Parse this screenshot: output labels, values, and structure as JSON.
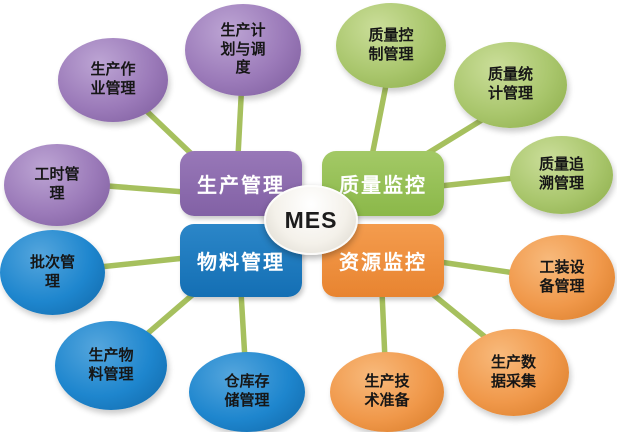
{
  "diagram": {
    "center": {
      "label": "MES"
    },
    "modules": [
      {
        "label": "生产管理",
        "color": "#8a68ab"
      },
      {
        "label": "质量监控",
        "color": "#97c057"
      },
      {
        "label": "物料管理",
        "color": "#1b7ac0"
      },
      {
        "label": "资源监控",
        "color": "#f0923f"
      }
    ],
    "satellites": [
      {
        "label": "生产作业管理",
        "group": "生产管理",
        "color": "#9b7ab9"
      },
      {
        "label": "生产计划与调度",
        "group": "生产管理",
        "color": "#9b7ab9"
      },
      {
        "label": "质量控制管理",
        "group": "质量监控",
        "color": "#a9c66c"
      },
      {
        "label": "质量统计管理",
        "group": "质量监控",
        "color": "#a9c66c"
      },
      {
        "label": "工时管理",
        "group": "生产管理",
        "color": "#9b7ab9"
      },
      {
        "label": "质量追溯管理",
        "group": "质量监控",
        "color": "#a9c66c"
      },
      {
        "label": "批次管理",
        "group": "物料管理",
        "color": "#1e86ce"
      },
      {
        "label": "工装设备管理",
        "group": "资源监控",
        "color": "#f0984a"
      },
      {
        "label": "生产物料管理",
        "group": "物料管理",
        "color": "#1e86ce"
      },
      {
        "label": "仓库存储管理",
        "group": "物料管理",
        "color": "#1e86ce"
      },
      {
        "label": "生产技术准备",
        "group": "资源监控",
        "color": "#f0984a"
      },
      {
        "label": "生产数据采集",
        "group": "资源监控",
        "color": "#f0984a"
      }
    ],
    "connector_color": "#a6c05e"
  }
}
